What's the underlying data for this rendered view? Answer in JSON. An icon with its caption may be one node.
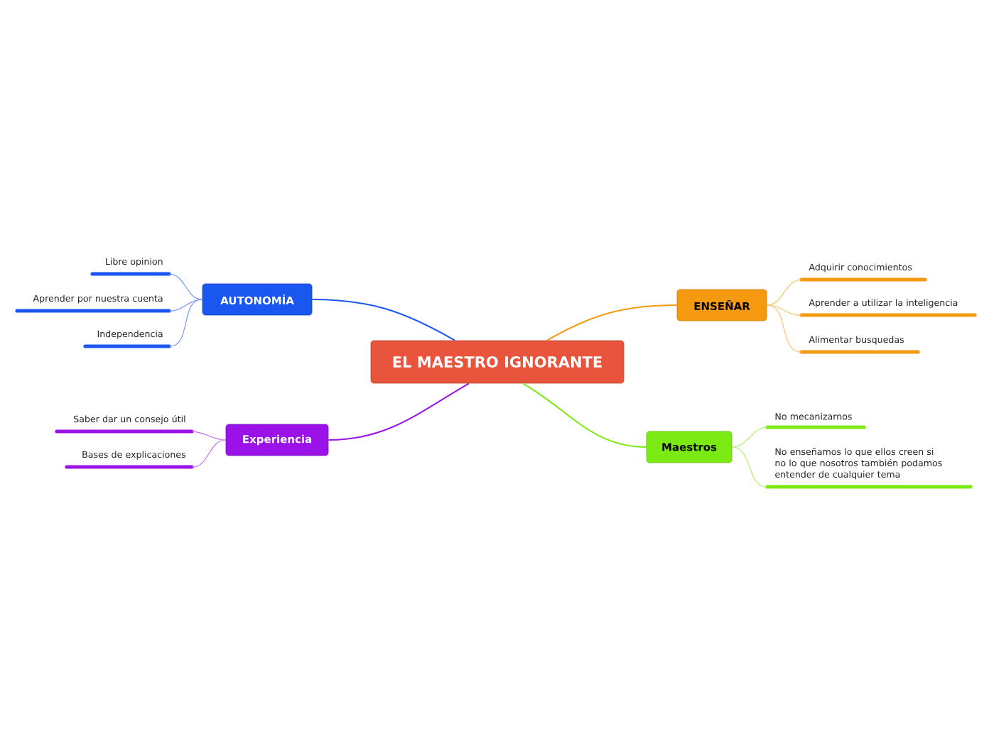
{
  "diagram": {
    "nodes": [
      {
        "text": [
          "EL MAESTRO IGNORANTE"
        ]
      },
      {
        "text": [
          "AUTONOMÍA"
        ]
      },
      {
        "text": [
          "Libre opinion"
        ]
      },
      {
        "text": [
          "Aprender por nuestra cuenta"
        ]
      },
      {
        "text": [
          "Independencia"
        ]
      },
      {
        "text": [
          "Experiencia"
        ]
      },
      {
        "text": [
          "Saber dar un consejo útil"
        ]
      },
      {
        "text": [
          "Bases de explicaciones"
        ]
      },
      {
        "text": [
          "ENSEÑAR"
        ]
      },
      {
        "text": [
          "Adquirir conocimientos"
        ]
      },
      {
        "text": [
          "Aprender a utilizar la inteligencia"
        ]
      },
      {
        "text": [
          "Alimentar busquedas"
        ]
      },
      {
        "text": [
          "Maestros"
        ]
      },
      {
        "text": [
          "No mecanizarnos"
        ]
      },
      {
        "text": [
          "No enseñamos lo que ellos creen si no lo que nosotros también podamos entender de cualquier tema"
        ]
      }
    ],
    "edges": [
      {
        "from": 0,
        "to": 1,
        "arrow": "none",
        "color": "#1a56f0"
      },
      {
        "from": 1,
        "to": 2,
        "arrow": "none",
        "color": "#769af6"
      },
      {
        "from": 1,
        "to": 3,
        "arrow": "none",
        "color": "#769af6"
      },
      {
        "from": 1,
        "to": 4,
        "arrow": "none",
        "color": "#769af6"
      },
      {
        "from": 0,
        "to": 5,
        "arrow": "none",
        "color": "#9a12e8"
      },
      {
        "from": 5,
        "to": 6,
        "arrow": "none",
        "color": "#c271f1"
      },
      {
        "from": 5,
        "to": 7,
        "arrow": "none",
        "color": "#c271f1"
      },
      {
        "from": 0,
        "to": 8,
        "arrow": "none",
        "color": "#f59a10"
      },
      {
        "from": 8,
        "to": 9,
        "arrow": "none",
        "color": "#f9c270"
      },
      {
        "from": 8,
        "to": 10,
        "arrow": "none",
        "color": "#f9c270"
      },
      {
        "from": 8,
        "to": 11,
        "arrow": "none",
        "color": "#f9c270"
      },
      {
        "from": 0,
        "to": 12,
        "arrow": "none",
        "color": "#7aea12"
      },
      {
        "from": 12,
        "to": 13,
        "arrow": "none",
        "color": "#aff371"
      },
      {
        "from": 12,
        "to": 14,
        "arrow": "none",
        "color": "#aff371"
      }
    ]
  }
}
